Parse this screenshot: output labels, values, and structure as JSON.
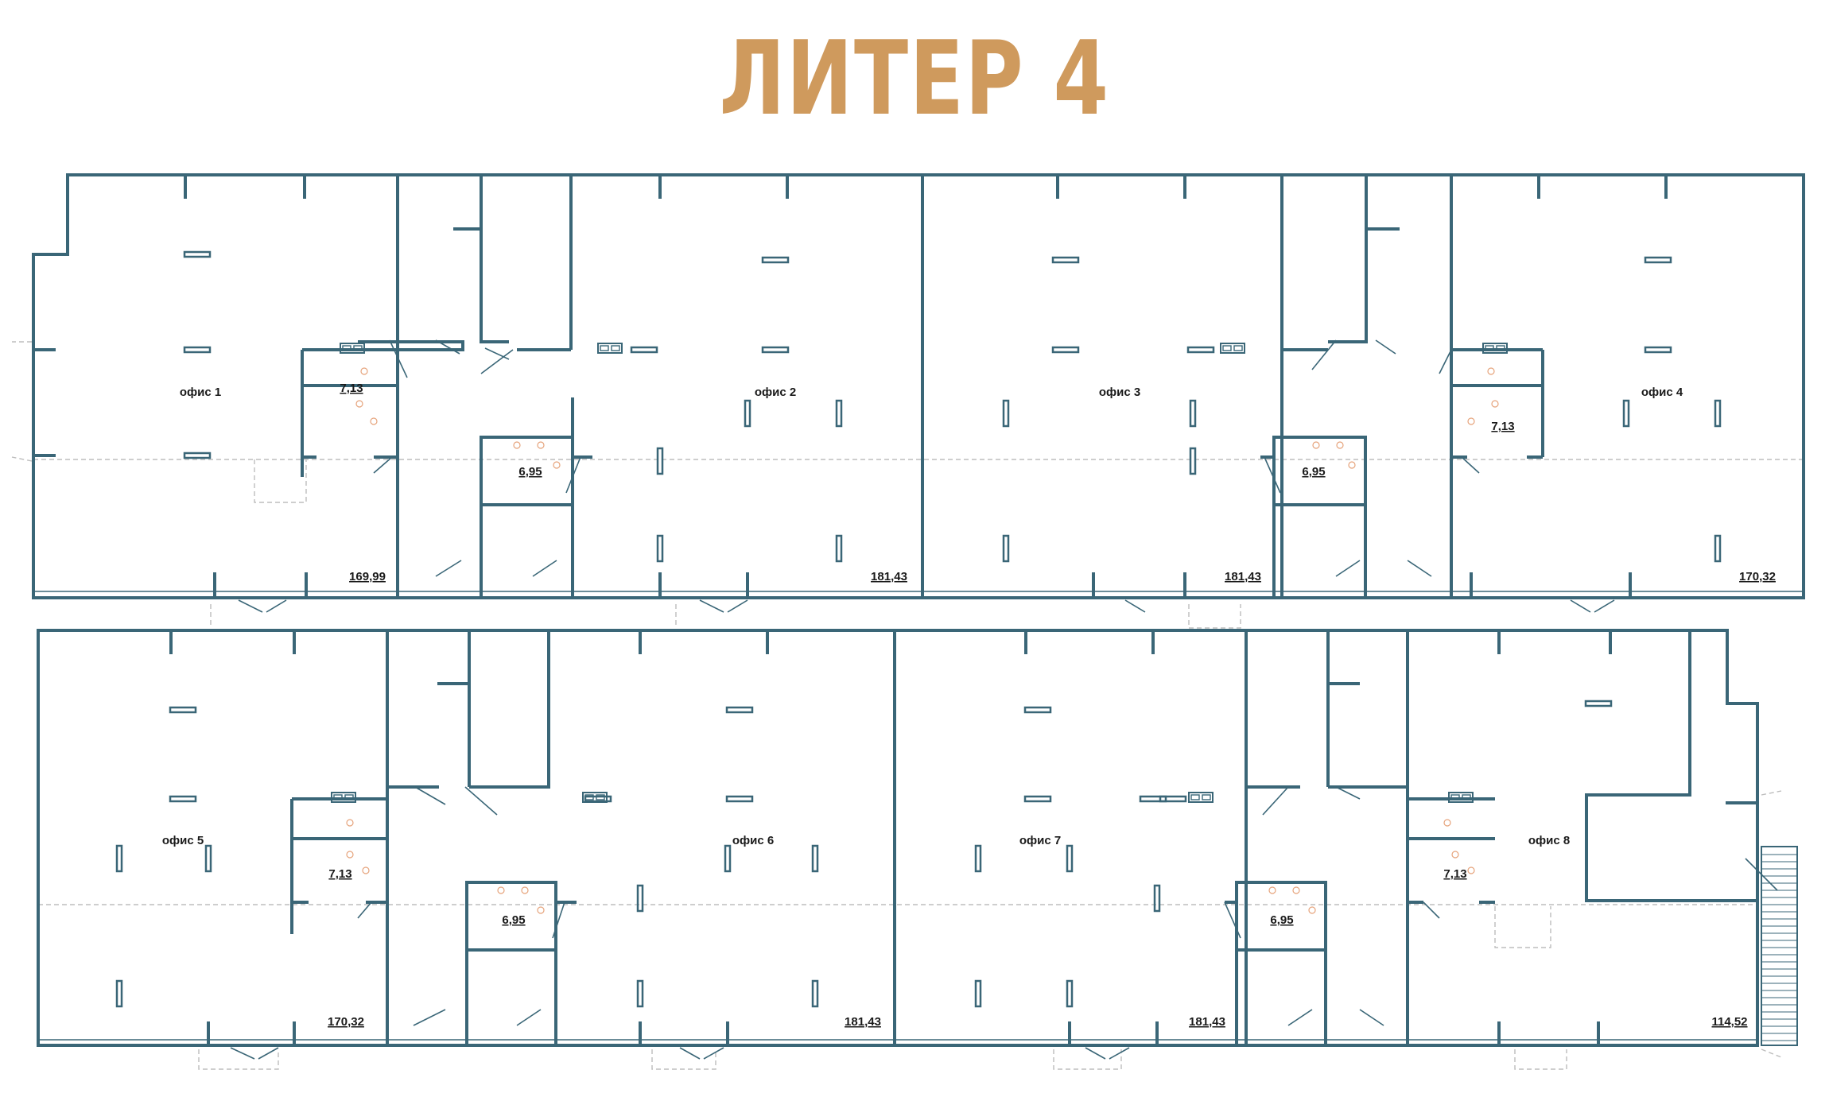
{
  "title": "ЛИТЕР 4",
  "colors": {
    "title": "#cf9a5d",
    "wall": "#3a6677",
    "dashed": "#bdbdbd",
    "fixture": "#e6a37b"
  },
  "units": [
    {
      "label": "офис 1",
      "area": "169,99",
      "wc": "7,13"
    },
    {
      "label": "офис 2",
      "area": "181,43",
      "wc": "6,95"
    },
    {
      "label": "офис 3",
      "area": "181,43",
      "wc": "6,95"
    },
    {
      "label": "офис 4",
      "area": "170,32",
      "wc": "7,13"
    },
    {
      "label": "офис 5",
      "area": "170,32",
      "wc": "7,13"
    },
    {
      "label": "офис 6",
      "area": "181,43",
      "wc": "6,95"
    },
    {
      "label": "офис 7",
      "area": "181,43",
      "wc": "6,95"
    },
    {
      "label": "офис 8",
      "area": "114,52",
      "wc": "7,13"
    }
  ]
}
